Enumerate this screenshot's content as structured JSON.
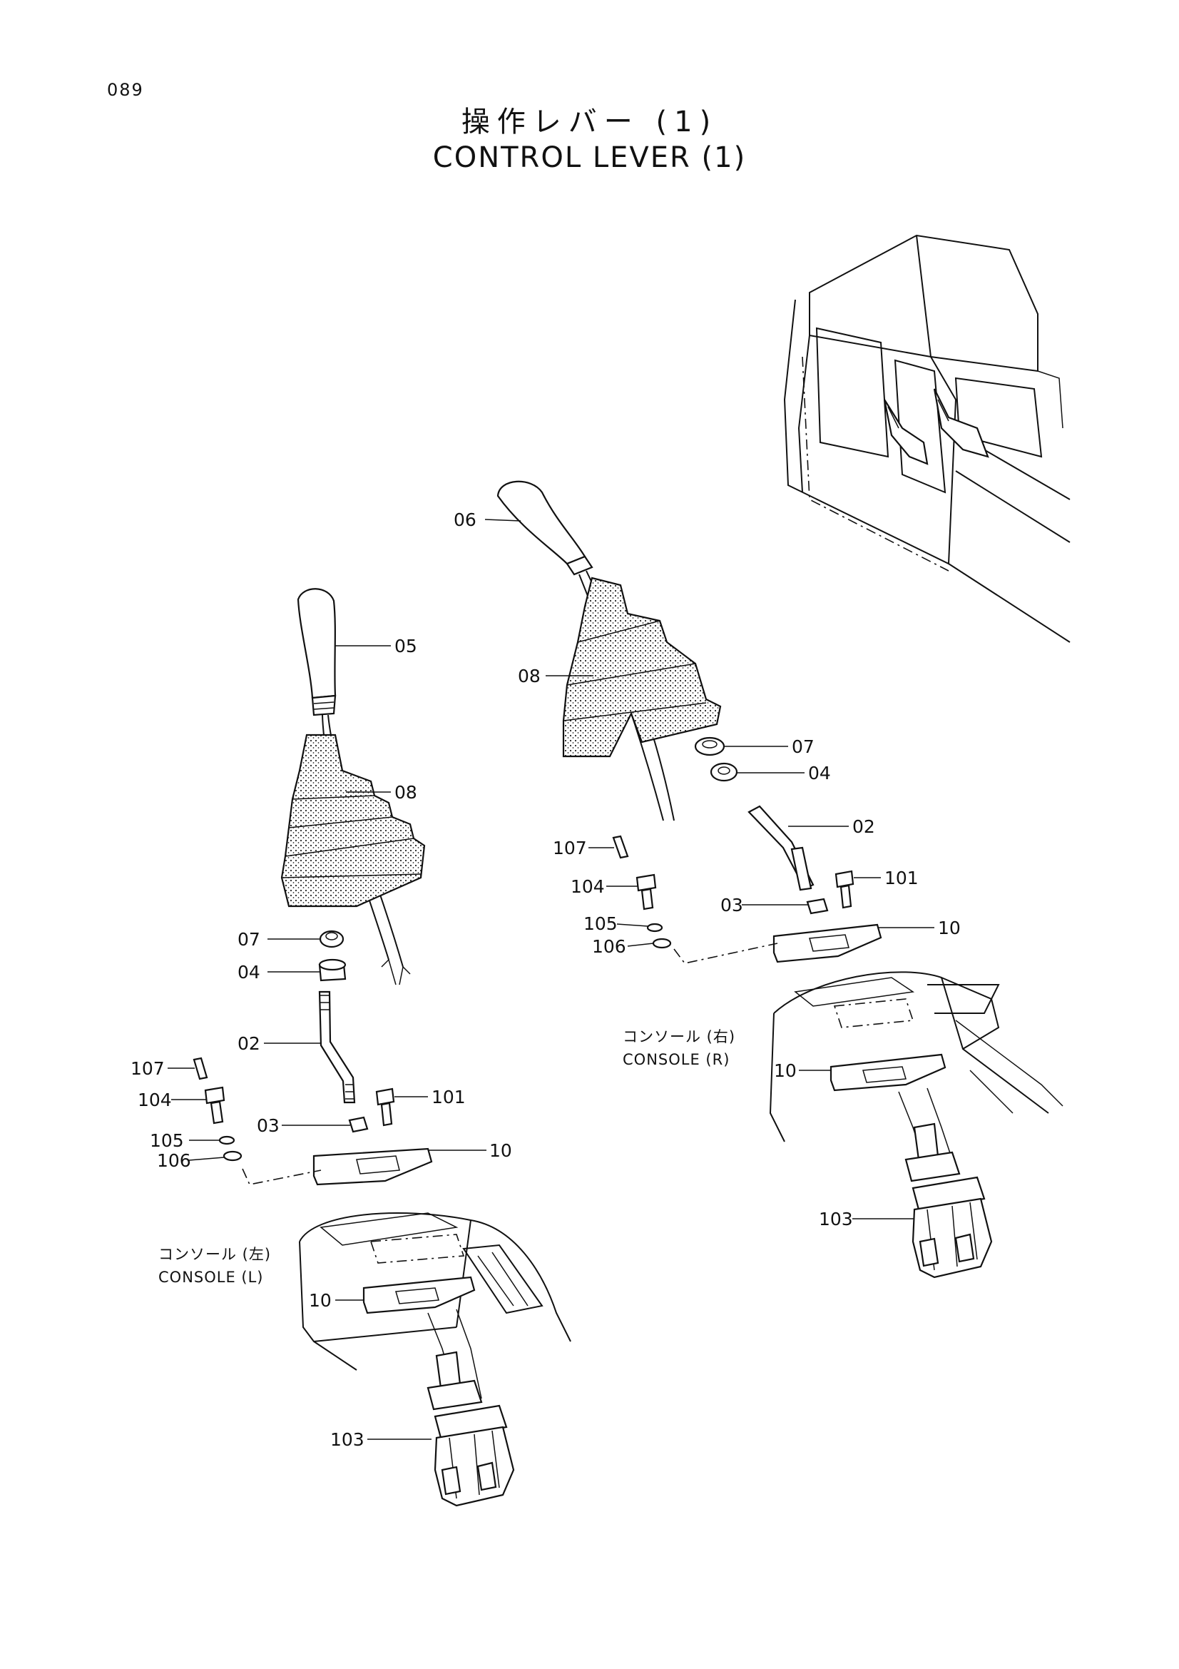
{
  "page_number": "089",
  "title_jp": "操作レバー (1)",
  "title_en": "CONTROL LEVER (1)",
  "left_assembly": {
    "labels": {
      "p05": "05",
      "p08": "08",
      "p07": "07",
      "p04": "04",
      "p02": "02",
      "p107": "107",
      "p104": "104",
      "p101": "101",
      "p03": "03",
      "p105": "105",
      "p10a": "10",
      "p106": "106",
      "p10b": "10",
      "p103": "103"
    },
    "console_jp": "コンソール (左)",
    "console_en": "CONSOLE (L)"
  },
  "right_assembly": {
    "labels": {
      "p06": "06",
      "p08": "08",
      "p07": "07",
      "p04": "04",
      "p02": "02",
      "p107": "107",
      "p104": "104",
      "p101": "101",
      "p03": "03",
      "p10a": "10",
      "p105": "105",
      "p106": "106",
      "p10b": "10",
      "p103": "103"
    },
    "console_jp": "コンソール (右)",
    "console_en": "CONSOLE (R)"
  }
}
